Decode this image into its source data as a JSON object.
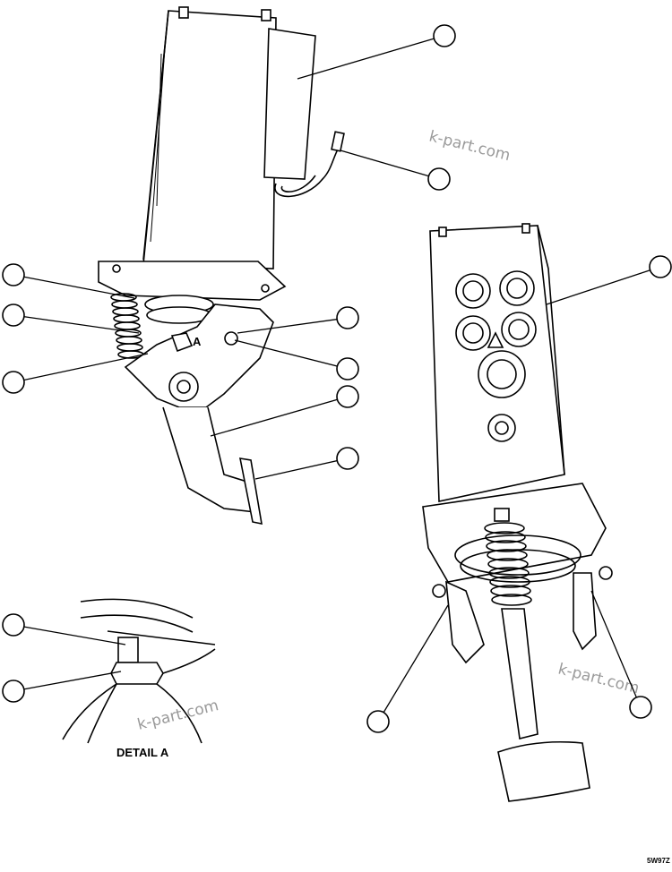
{
  "detail_label": "DETAIL A",
  "detail_marker": "A",
  "drawing_code": "5W97Z",
  "watermark_text": "k-part.com",
  "colors": {
    "line": "#000000",
    "background": "#ffffff",
    "watermark": "#9a9a9a"
  },
  "callout_count": 14
}
